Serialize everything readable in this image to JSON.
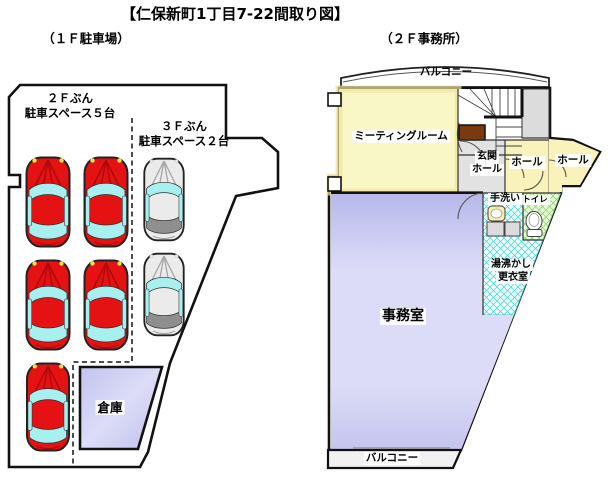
{
  "title": "【仁保新町1丁目7-22間取り図】",
  "floor1": {
    "caption": "（１Ｆ駐車場）",
    "zone2f_line1": "２Ｆぶん",
    "zone2f_line2": "駐車スペース５台",
    "zone3f_line1": "３Ｆぶん",
    "zone3f_line2": "駐車スペース２台",
    "warehouse_label": "倉庫",
    "red_car_count": 5,
    "gray_car_count": 2
  },
  "floor2": {
    "caption": "（２Ｆ事務所）",
    "balcony_top_label": "バルコニー",
    "balcony_bottom_label": "バルコニー",
    "meeting_room_label": "ミーティングルーム",
    "entrance_line1": "玄関",
    "entrance_line2": "ホール",
    "hall_label_1": "ホール",
    "hall_label_2": "ホール",
    "washstand_label": "手洗い",
    "toilet_label": "トイレ",
    "utility_line1": "湯沸かし",
    "utility_line2": "更衣室",
    "office_label": "事務室"
  },
  "colors": {
    "car_red": "#e41212",
    "car_gray": "#ebebeb",
    "window_cyan": "#a8f0f0",
    "room_yellow": "#faf7c6",
    "hall_yellow": "#f9f3bb",
    "gray_area": "#e2e2e2",
    "gray_block": "#dcdcdc",
    "purple_dark": "#b7b7ea",
    "purple_light": "#dcdcf8",
    "hatch_cyan": "#4fd9d9",
    "toilet_green_bg": "#eafadc",
    "hatch_green": "#8fd470",
    "brown": "#7a3a10",
    "outline": "#111111"
  }
}
